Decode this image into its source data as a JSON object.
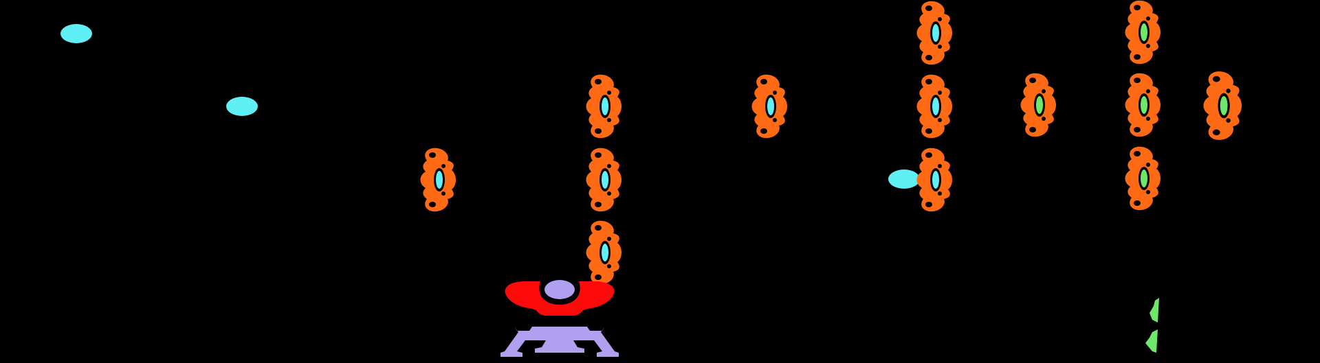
{
  "game": {
    "background_color": "#000000",
    "colors": {
      "enemy_body": "#ff6a14",
      "enemy_eye_cyan": "#5ef0f5",
      "enemy_eye_green": "#6ee86a",
      "enemy_hole": "#000000",
      "player_hull": "#ff0a0a",
      "player_dome": "#b1a0f0",
      "player_legs": "#b1a0f0",
      "player_bullet": "#5ef0f5",
      "enemy_shot": "#6ee86a"
    },
    "enemies": [
      {
        "name": "enemy-r0-c0",
        "eye": "cyan"
      },
      {
        "name": "enemy-r1-c0",
        "eye": "cyan"
      },
      {
        "name": "enemy-r1-c1",
        "eye": "cyan"
      },
      {
        "name": "enemy-r1-c2",
        "eye": "cyan"
      },
      {
        "name": "enemy-r2-c0",
        "eye": "cyan"
      },
      {
        "name": "enemy-r2-c1",
        "eye": "cyan"
      },
      {
        "name": "enemy-r2-c2",
        "eye": "cyan"
      },
      {
        "name": "enemy-r3-c0",
        "eye": "cyan"
      },
      {
        "name": "enemy-g0-c0",
        "eye": "green"
      },
      {
        "name": "enemy-g1-c0",
        "eye": "green"
      },
      {
        "name": "enemy-g1-c1",
        "eye": "green"
      },
      {
        "name": "enemy-g1-c2",
        "eye": "green"
      },
      {
        "name": "enemy-g2-c0",
        "eye": "green"
      }
    ],
    "icons": {
      "enemy": "alien-invader-icon",
      "player": "player-ship-icon",
      "bullet": "bullet-icon",
      "enemy_shot": "enemy-shot-icon"
    }
  }
}
